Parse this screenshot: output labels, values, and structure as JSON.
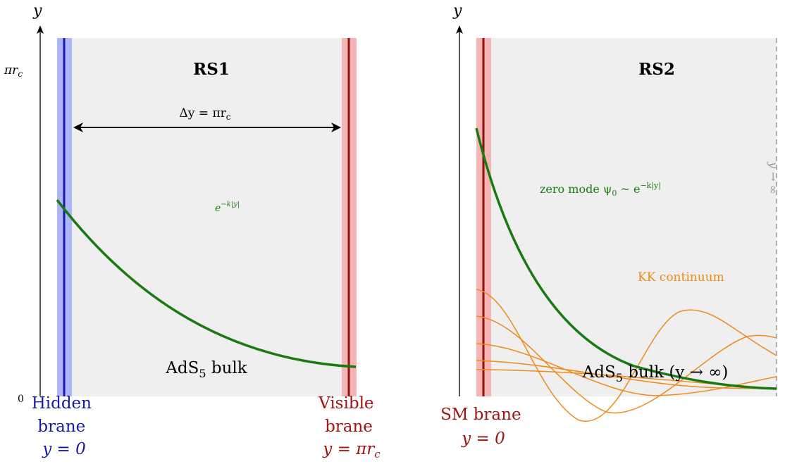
{
  "left": {
    "title": "RS1",
    "y_axis_label": "y",
    "y_top_tick": "πr",
    "y_top_tick_sub": "c",
    "y_zero_tick": "0",
    "delta": {
      "lhs": "Δy = πr",
      "sub": "c"
    },
    "curve_label": {
      "base": "e",
      "sup": "−k|y|"
    },
    "bulk": {
      "pre": "AdS",
      "sub": "5",
      "post": " bulk"
    },
    "hidden": {
      "l1": "Hidden",
      "l2": "brane",
      "l3": "y = 0"
    },
    "visible": {
      "l1": "Visible",
      "l2": "brane",
      "l3": "y = πr",
      "l3_sub": "c"
    }
  },
  "right": {
    "title": "RS2",
    "y_axis_label": "y",
    "zero_mode": {
      "pre": "zero mode ψ",
      "sub": "0",
      "mid": " ~ e",
      "sup": "−k|y|"
    },
    "kk_label": "KK continuum",
    "bulk": {
      "pre": "AdS",
      "sub": "5",
      "post": " bulk (y → ∞)"
    },
    "sm": {
      "l1": "SM brane",
      "l2": "y = 0"
    },
    "infinity_label": "y → ∞"
  },
  "colors": {
    "bulk_bg": "#efefef",
    "hidden_band": "#aeb4fa",
    "hidden_line": "#1a1aa8",
    "visible_band": "#f6b5b5",
    "visible_line": "#8b1010",
    "curve": "#1a7a12",
    "kk": "#f08a1a",
    "hidden_text": "#1a1aa8",
    "visible_text": "#a01414",
    "dashed": "#999999"
  }
}
